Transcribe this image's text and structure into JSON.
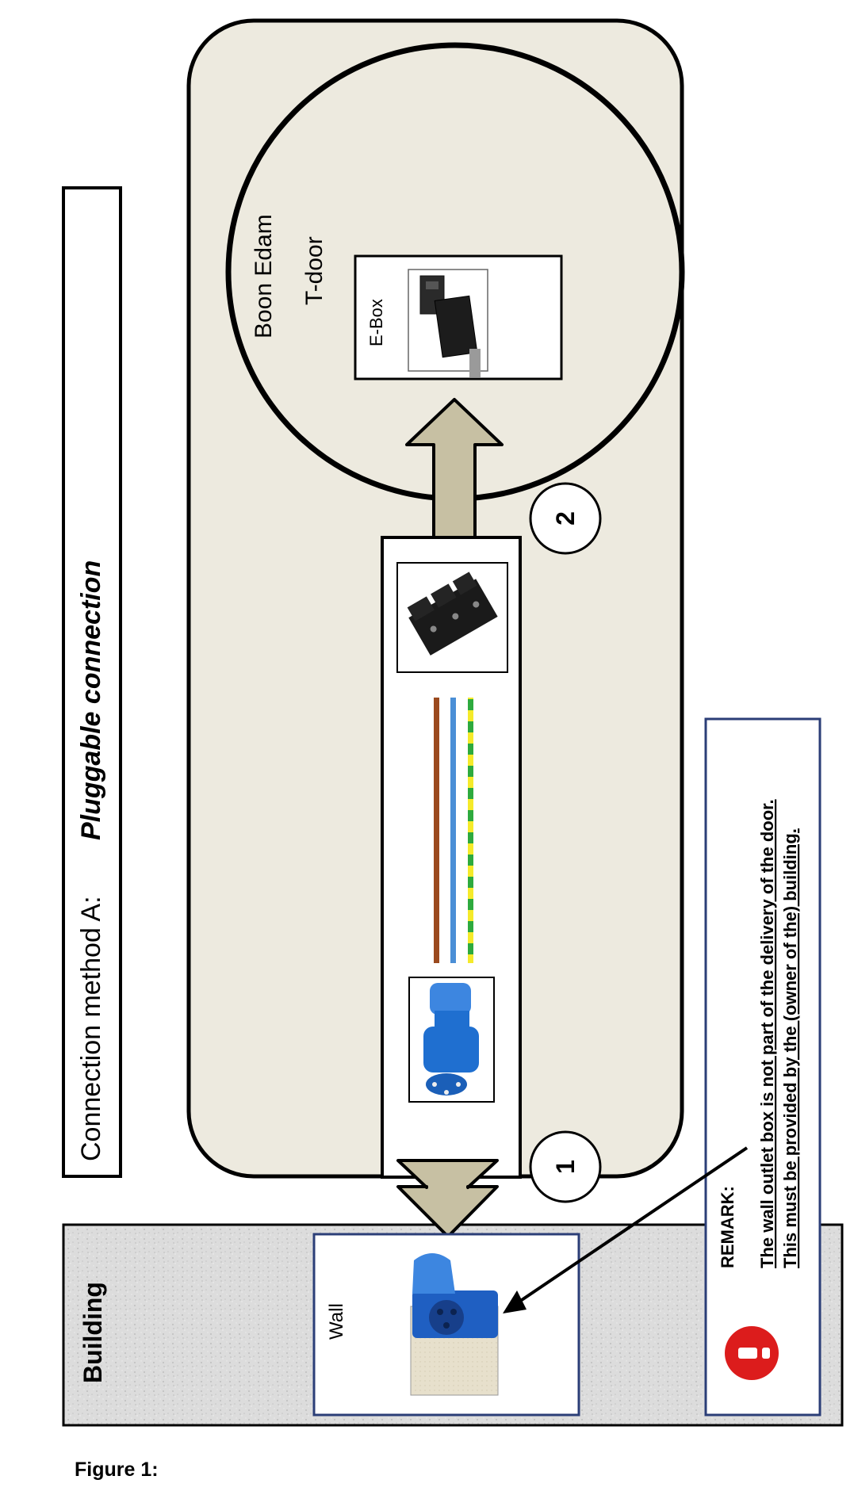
{
  "title": {
    "prefix": "Connection method A:",
    "method": "Pluggable connection"
  },
  "door": {
    "brand": "Boon Edam",
    "model": "T-door",
    "ebox_label": "E-Box"
  },
  "building": {
    "label": "Building",
    "wall_label": "Wall"
  },
  "markers": [
    "1",
    "2"
  ],
  "remark": {
    "heading": "REMARK:",
    "line1": "The wall outlet box is not part of the delivery of the door.",
    "line2": "This must be provided by the (owner of the) building.",
    "icon": "exclamation-icon"
  },
  "cable_wires": [
    "brown",
    "blue",
    "green-yellow"
  ],
  "figure_caption": "Figure 1:",
  "colors": {
    "door_fill": "#edeadf",
    "arrow_fill": "#c7c0a3",
    "remark_border": "#2b3e77",
    "alert_red": "#dc1c1c",
    "plug_blue": "#1f6fd0"
  }
}
